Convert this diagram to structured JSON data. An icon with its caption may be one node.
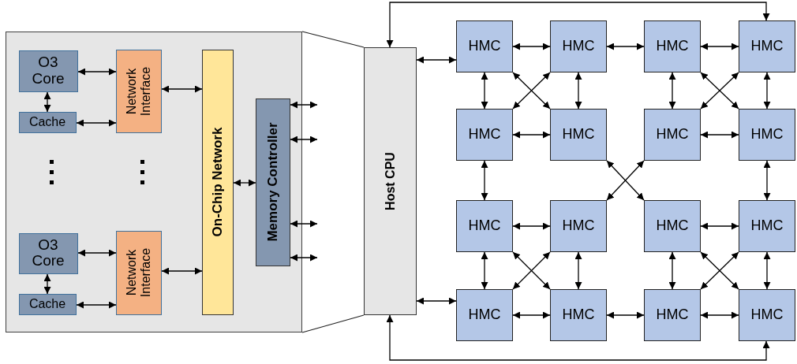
{
  "diagram": {
    "nodes": [
      {
        "text": [],
        "shape": "box"
      },
      {
        "text": [
          "O3 Core"
        ],
        "in": 0
      },
      {
        "text": [
          "Cache"
        ],
        "in": 0
      },
      {
        "text": [
          "Network Interface"
        ],
        "in": 0
      },
      {
        "text": [
          "O3 Core"
        ],
        "in": 0
      },
      {
        "text": [
          "Cache"
        ],
        "in": 0
      },
      {
        "text": [
          "Network Interface"
        ],
        "in": 0
      },
      {
        "text": [
          "On-Chip Network"
        ],
        "in": 0
      },
      {
        "text": [
          "Memory Controller"
        ],
        "in": 0
      },
      {
        "text": [
          "Host CPU"
        ]
      },
      {
        "text": [
          "HMC"
        ]
      },
      {
        "text": [
          "HMC"
        ]
      },
      {
        "text": [
          "HMC"
        ]
      },
      {
        "text": [
          "HMC"
        ]
      },
      {
        "text": [
          "HMC"
        ]
      },
      {
        "text": [
          "HMC"
        ]
      },
      {
        "text": [
          "HMC"
        ]
      },
      {
        "text": [
          "HMC"
        ]
      },
      {
        "text": [
          "HMC"
        ]
      },
      {
        "text": [
          "HMC"
        ]
      },
      {
        "text": [
          "HMC"
        ]
      },
      {
        "text": [
          "HMC"
        ]
      },
      {
        "text": [
          "HMC"
        ]
      },
      {
        "text": [
          "HMC"
        ]
      },
      {
        "text": [
          "HMC"
        ]
      },
      {
        "text": [
          "HMC"
        ]
      }
    ],
    "edges": [
      {
        "from": 1,
        "to": 3,
        "arrow": "both"
      },
      {
        "from": 2,
        "to": 3,
        "arrow": "both"
      },
      {
        "from": 1,
        "to": 2,
        "arrow": "both"
      },
      {
        "from": 4,
        "to": 6,
        "arrow": "both"
      },
      {
        "from": 5,
        "to": 6,
        "arrow": "both"
      },
      {
        "from": 4,
        "to": 5,
        "arrow": "both"
      },
      {
        "from": 3,
        "to": 7,
        "arrow": "both"
      },
      {
        "from": 6,
        "to": 7,
        "arrow": "both"
      },
      {
        "from": 7,
        "to": 8,
        "arrow": "both"
      },
      {
        "from": 8,
        "to": null,
        "arrow": "both"
      },
      {
        "from": 8,
        "to": null,
        "arrow": "both"
      },
      {
        "from": 8,
        "to": null,
        "arrow": "both"
      },
      {
        "from": 8,
        "to": null,
        "arrow": "both"
      },
      {
        "from": 9,
        "to": 10,
        "arrow": "both"
      },
      {
        "from": 9,
        "to": 22,
        "arrow": "both"
      },
      {
        "from": 9,
        "to": 13,
        "arrow": "both"
      },
      {
        "from": 9,
        "to": 25,
        "arrow": "both"
      },
      {
        "from": 10,
        "to": 11,
        "arrow": "both"
      },
      {
        "from": 11,
        "to": 12,
        "arrow": "both"
      },
      {
        "from": 12,
        "to": 13,
        "arrow": "both"
      },
      {
        "from": 14,
        "to": 15,
        "arrow": "both"
      },
      {
        "from": 16,
        "to": 17,
        "arrow": "both"
      },
      {
        "from": 18,
        "to": 19,
        "arrow": "both"
      },
      {
        "from": 20,
        "to": 21,
        "arrow": "both"
      },
      {
        "from": 22,
        "to": 23,
        "arrow": "both"
      },
      {
        "from": 23,
        "to": 24,
        "arrow": "both"
      },
      {
        "from": 24,
        "to": 25,
        "arrow": "both"
      },
      {
        "from": 10,
        "to": 14,
        "arrow": "both"
      },
      {
        "from": 11,
        "to": 15,
        "arrow": "both"
      },
      {
        "from": 12,
        "to": 16,
        "arrow": "both"
      },
      {
        "from": 13,
        "to": 17,
        "arrow": "both"
      },
      {
        "from": 14,
        "to": 18,
        "arrow": "both"
      },
      {
        "from": 17,
        "to": 21,
        "arrow": "both"
      },
      {
        "from": 18,
        "to": 22,
        "arrow": "both"
      },
      {
        "from": 19,
        "to": 23,
        "arrow": "both"
      },
      {
        "from": 20,
        "to": 24,
        "arrow": "both"
      },
      {
        "from": 21,
        "to": 25,
        "arrow": "both"
      },
      {
        "from": 10,
        "to": 15,
        "arrow": "both"
      },
      {
        "from": 11,
        "to": 14,
        "arrow": "both"
      },
      {
        "from": 12,
        "to": 17,
        "arrow": "both"
      },
      {
        "from": 13,
        "to": 16,
        "arrow": "both"
      },
      {
        "from": 15,
        "to": 20,
        "arrow": "both"
      },
      {
        "from": 16,
        "to": 19,
        "arrow": "both"
      },
      {
        "from": 18,
        "to": 23,
        "arrow": "both"
      },
      {
        "from": 19,
        "to": 22,
        "arrow": "both"
      },
      {
        "from": 20,
        "to": 25,
        "arrow": "both"
      },
      {
        "from": 21,
        "to": 24,
        "arrow": "both"
      }
    ]
  }
}
